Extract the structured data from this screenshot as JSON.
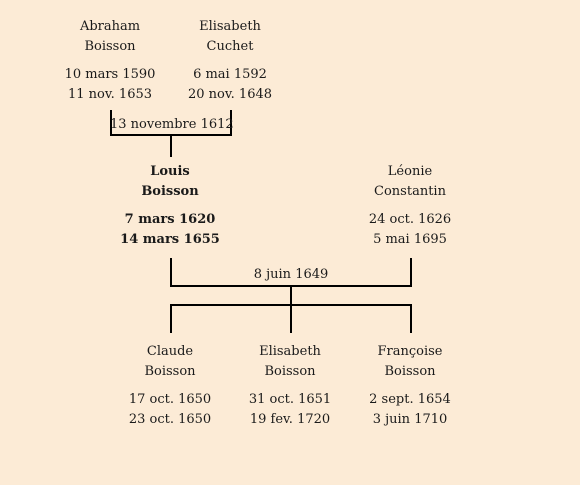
{
  "grandparents": {
    "father": {
      "first": "Abraham",
      "last": "Boisson",
      "birth": "10 mars 1590",
      "death": "11 nov. 1653"
    },
    "mother": {
      "first": "Elisabeth",
      "last": "Cuchet",
      "birth": "6 mai 1592",
      "death": "20 nov. 1648"
    },
    "marriage": "13 novembre 1612"
  },
  "parents": {
    "father": {
      "first": "Louis",
      "last": "Boisson",
      "birth": "7 mars 1620",
      "death": "14 mars 1655"
    },
    "mother": {
      "first": "Léonie",
      "last": "Constantin",
      "birth": "24 oct. 1626",
      "death": "5 mai 1695"
    },
    "marriage": "8 juin 1649"
  },
  "children": [
    {
      "first": "Claude",
      "last": "Boisson",
      "birth": "17 oct. 1650",
      "death": "23 oct. 1650"
    },
    {
      "first": "Elisabeth",
      "last": "Boisson",
      "birth": "31 oct. 1651",
      "death": "19 fev. 1720"
    },
    {
      "first": "Françoise",
      "last": "Boisson",
      "birth": "2 sept. 1654",
      "death": "3 juin 1710"
    }
  ]
}
